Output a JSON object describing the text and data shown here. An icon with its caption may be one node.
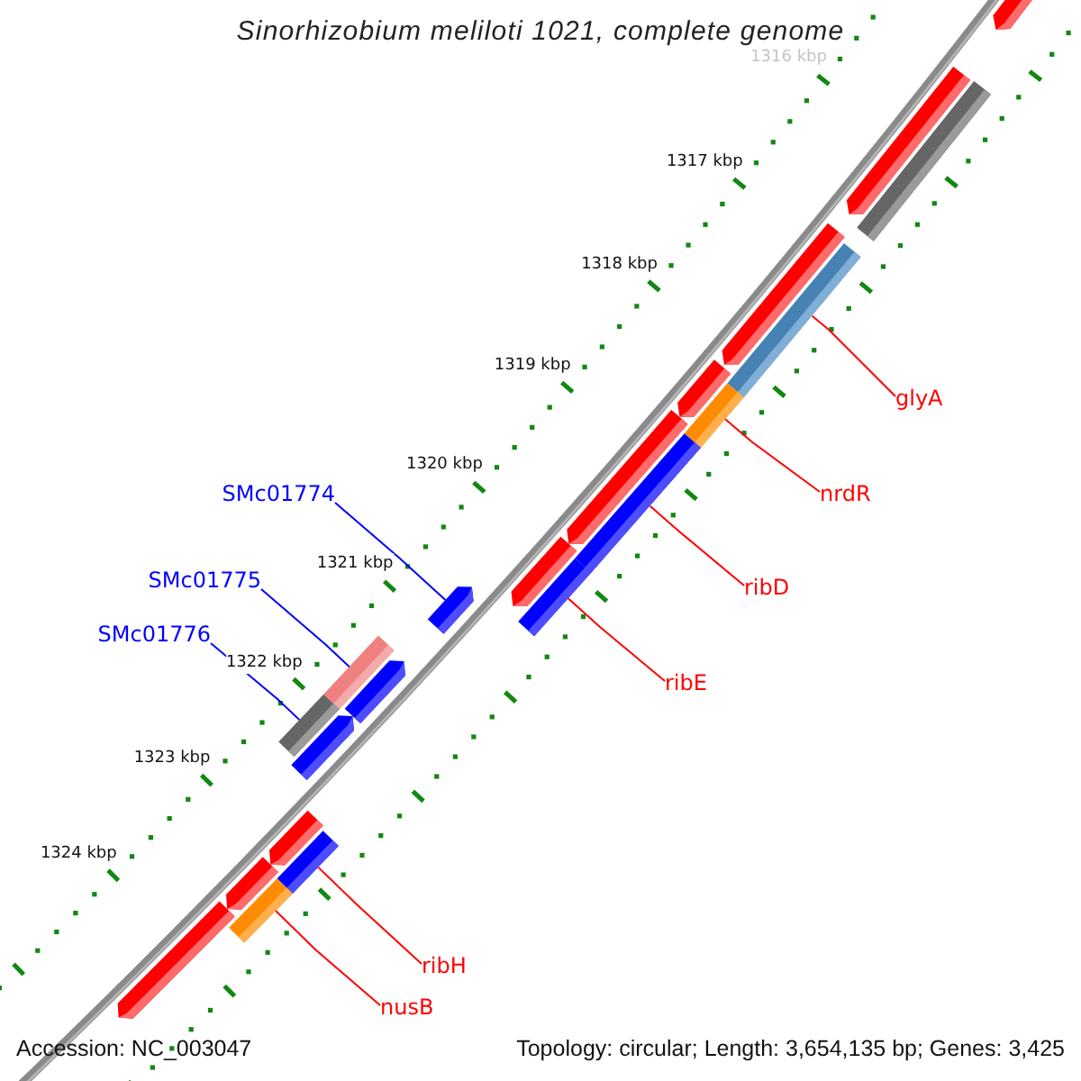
{
  "diagram": {
    "title": "Sinorhizobium meliloti 1021, complete genome",
    "nodes": [
      {
        "text": [
          "glyA"
        ]
      },
      {
        "text": [
          "nrdR"
        ]
      },
      {
        "text": [
          "SMc01774"
        ]
      },
      {
        "text": [
          "ribD"
        ]
      },
      {
        "text": [
          "SMc01775"
        ]
      },
      {
        "text": [
          "SMc01776"
        ]
      },
      {
        "text": [
          "ribE"
        ]
      },
      {
        "text": [
          "ribH"
        ]
      },
      {
        "text": [
          "nusB"
        ]
      },
      {
        "text": [],
        "shape": "bar"
      },
      {
        "text": [],
        "shape": "bar"
      },
      {
        "text": [],
        "shape": "bar"
      },
      {
        "text": [],
        "shape": "bar"
      },
      {
        "text": [],
        "shape": "bar"
      },
      {
        "text": [],
        "shape": "bar"
      },
      {
        "text": [],
        "shape": "bar"
      },
      {
        "text": [],
        "shape": "bar"
      },
      {
        "text": [],
        "shape": "bar"
      },
      {
        "text": [],
        "shape": "bar"
      },
      {
        "text": [],
        "shape": "bar"
      },
      {
        "text": [],
        "shape": "bar"
      },
      {
        "text": [],
        "shape": "bar"
      },
      {
        "text": [],
        "shape": "bar"
      },
      {
        "text": [],
        "shape": "bar"
      },
      {
        "text": [],
        "shape": "bar"
      },
      {
        "text": [],
        "shape": "bar"
      },
      {
        "text": [],
        "shape": "bar"
      },
      {
        "text": [],
        "shape": "bar"
      },
      {
        "text": [],
        "shape": "bar"
      },
      {
        "text": [],
        "shape": "bar"
      }
    ],
    "edges": [
      {
        "from": 0,
        "to": 13,
        "arrow": "none"
      },
      {
        "from": 1,
        "to": 15,
        "arrow": "none"
      },
      {
        "from": 2,
        "to": 20,
        "arrow": "none",
        "color": "#0000ff"
      },
      {
        "from": 3,
        "to": 17,
        "arrow": "none"
      },
      {
        "from": 4,
        "to": 21,
        "arrow": "none",
        "color": "#0000ff"
      },
      {
        "from": 5,
        "to": 23,
        "arrow": "none",
        "color": "#0000ff"
      },
      {
        "from": 6,
        "to": 19,
        "arrow": "none"
      },
      {
        "from": 7,
        "to": 26,
        "arrow": "none"
      },
      {
        "from": 8,
        "to": 28,
        "arrow": "none"
      }
    ],
    "labels": [
      "1316 kbp",
      "1317 kbp",
      "1318 kbp",
      "1319 kbp",
      "1320 kbp",
      "1321 kbp",
      "1322 kbp",
      "1323 kbp",
      "1324 kbp",
      "Accession: NC_003047",
      "Topology: circular; Length: 3,654,135 bp; Genes: 3,425"
    ]
  }
}
